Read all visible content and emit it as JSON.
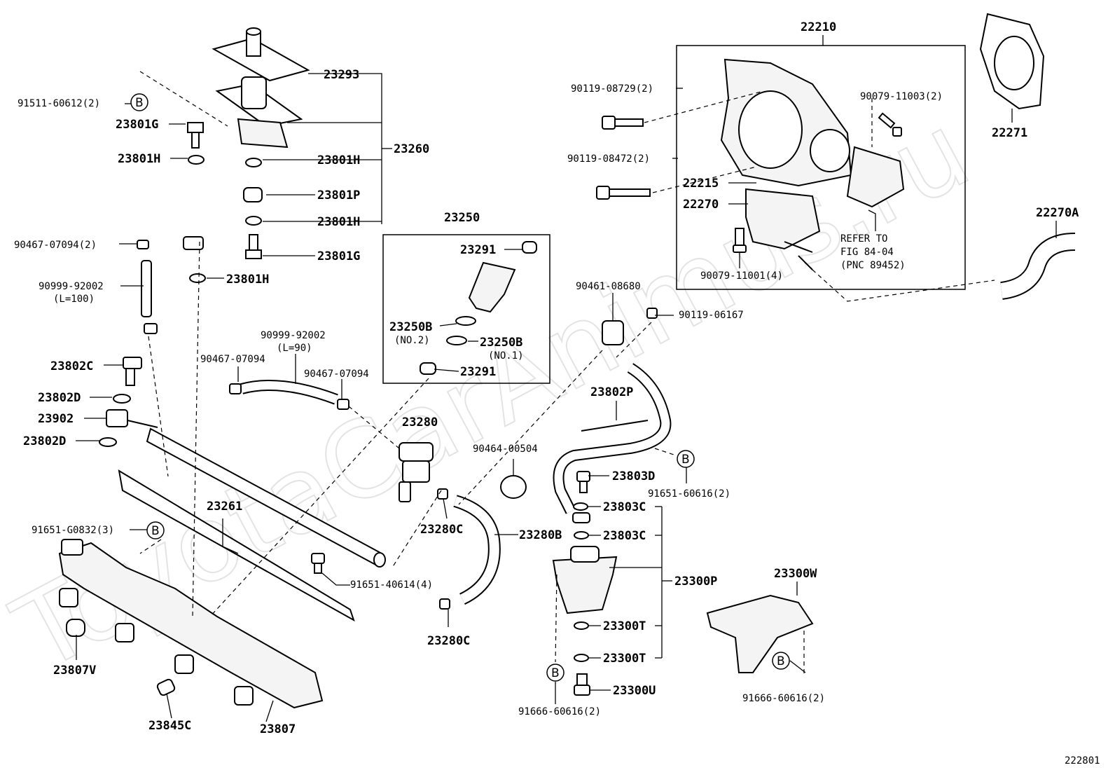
{
  "figure_code": "222801",
  "watermark": "ToyotaCarAnimus.ru",
  "callout_b": "B",
  "parts": {
    "p23293": "23293",
    "p91511": "91511-60612(2)",
    "p23801G_top": "23801G",
    "p23801H_left": "23801H",
    "p23801H_r1": "23801H",
    "p23260": "23260",
    "p23801P": "23801P",
    "p23801H_r2": "23801H",
    "p90467_a": "90467-07094(2)",
    "p23801G_r": "23801G",
    "p23801H_r3": "23801H",
    "p90999_a": "90999-92002",
    "p90999_a_len": "(L=100)",
    "p90999_b": "90999-92002",
    "p90999_b_len": "(L=90)",
    "p90467_b": "90467-07094",
    "p90467_c": "90467-07094",
    "p23802C": "23802C",
    "p23802D_a": "23802D",
    "p23902": "23902",
    "p23802D_b": "23802D",
    "p23250": "23250",
    "p23291_a": "23291",
    "p23250B_a": "23250B",
    "p23250B_a_no": "(NO.2)",
    "p23250B_b": "23250B",
    "p23250B_b_no": "(NO.1)",
    "p23291_b": "23291",
    "p23280": "23280",
    "p90464": "90464-00504",
    "p23261": "23261",
    "p91651_g0832": "91651-G0832(3)",
    "p23280C_a": "23280C",
    "p23280B": "23280B",
    "p91651_40614": "91651-40614(4)",
    "p23280C_b": "23280C",
    "p23807V": "23807V",
    "p23845C": "23845C",
    "p23807": "23807",
    "p22210": "22210",
    "p90119_08729": "90119-08729(2)",
    "p90119_08472": "90119-08472(2)",
    "p22215": "22215",
    "p22270": "22270",
    "p90079_11003": "90079-11003(2)",
    "p22271": "22271",
    "p22270A": "22270A",
    "refer1": "REFER TO",
    "refer2": "FIG 84-04",
    "refer3": "(PNC 89452)",
    "p90079_11001": "90079-11001(4)",
    "p90461": "90461-08680",
    "p90119_06167": "90119-06167",
    "p23802P": "23802P",
    "p23803D": "23803D",
    "p91651_60616": "91651-60616(2)",
    "p23803C_a": "23803C",
    "p23803C_b": "23803C",
    "p23300P": "23300P",
    "p23300W": "23300W",
    "p23300T_a": "23300T",
    "p23300T_b": "23300T",
    "p23300U": "23300U",
    "p91666_a": "91666-60616(2)",
    "p91666_b": "91666-60616(2)"
  }
}
